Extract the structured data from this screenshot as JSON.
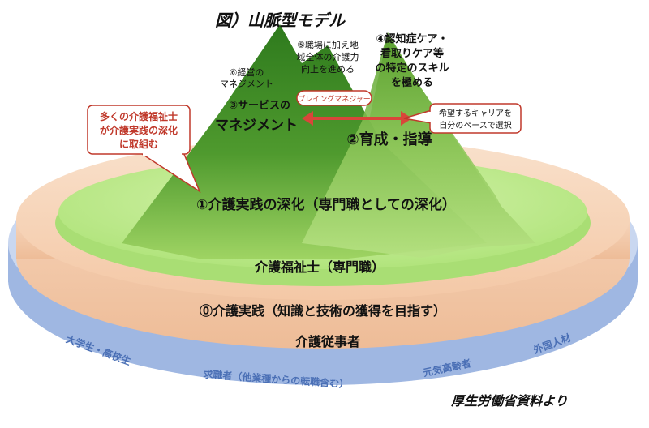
{
  "title": "図）山脈型モデル",
  "source": "厚生労働省資料より",
  "labels": {
    "peak6_line1": "⑥経営の",
    "peak6_line2": "マネジメント",
    "peak5_line1": "⑤職場に加え地",
    "peak5_line2": "域全体の介護力",
    "peak5_line3": "向上を進める",
    "peak4_line1": "④認知症ケア・",
    "peak4_line2": "看取りケア等",
    "peak4_line3": "の特定のスキル",
    "peak4_line4": "を極める",
    "peak3_line1": "③サービスの",
    "peak3_line2": "マネジメント",
    "peak2": "②育成・指導",
    "playing_manager": "プレイングマネジャー",
    "career_line1": "希望するキャリアを",
    "career_line2": "自分のペースで選択",
    "callout_line1": "多くの介護福祉士",
    "callout_line2": "が介護実践の深化",
    "callout_line3": "に取組む",
    "level1": "①介護実践の深化（専門職としての深化）",
    "care_worker_certified": "介護福祉士（専門職）",
    "level0": "⓪介護実践（知識と技術の獲得を目指す）",
    "care_worker": "介護従事者",
    "rim_students": "大学生・高校生",
    "rim_job_seekers": "求職者（他業種からの転職含む）",
    "rim_seniors": "元気高齢者",
    "rim_foreign": "外国人材"
  },
  "colors": {
    "mountain_dark": "#2f7a1e",
    "mountain_light": "#a6d96a",
    "green_band": "#b9ec8a",
    "disk_orange": "#f6d3b8",
    "rim_blue": "#a9bfe6",
    "accent_red": "#c0392b"
  }
}
